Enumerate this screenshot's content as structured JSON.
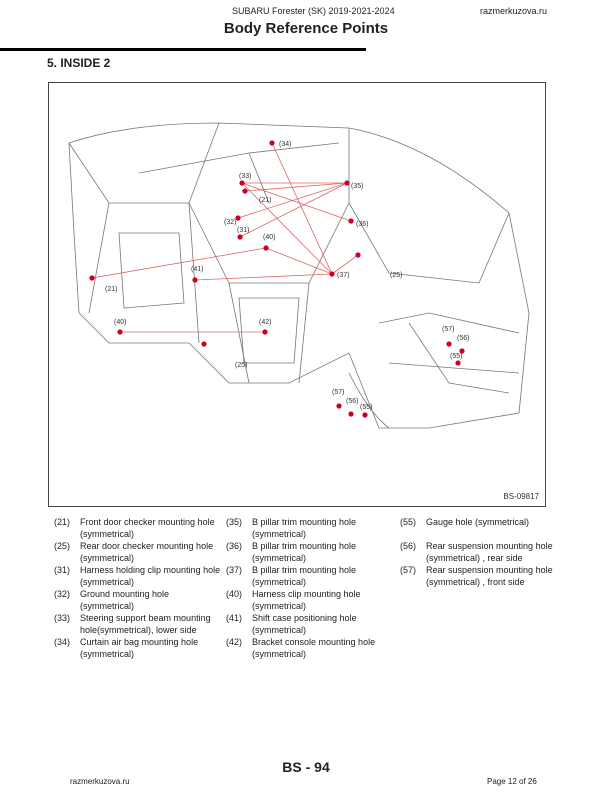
{
  "header": {
    "manual": "SUBARU Forester (SK) 2019-2021-2024",
    "site": "razmerkuzova.ru",
    "title": "Body Reference Points"
  },
  "section": "5.  INSIDE 2",
  "figure": {
    "code": "BS-09817",
    "callouts": [
      "(34)",
      "(33)",
      "(35)",
      "(21)",
      "(32)",
      "(31)",
      "(40)",
      "(36)",
      "(37)",
      "(25)",
      "(41)",
      "(21)",
      "(40)",
      "(42)",
      "(25)",
      "(57)",
      "(56)",
      "(55)",
      "(57)",
      "(56)",
      "(55)"
    ],
    "point_color": "#cc0022"
  },
  "legend": [
    {
      "num": "(21)",
      "text": "Front door checker mounting hole (symmetrical)"
    },
    {
      "num": "(25)",
      "text": "Rear door checker mounting hole (symmetrical)"
    },
    {
      "num": "(31)",
      "text": "Harness holding clip mounting hole (symmetrical)"
    },
    {
      "num": "(32)",
      "text": "Ground mounting hole (symmetrical)"
    },
    {
      "num": "(33)",
      "text": "Steering support beam mounting hole(symmetrical), lower side"
    },
    {
      "num": "(34)",
      "text": "Curtain air bag mounting hole (symmetrical)"
    },
    {
      "num": "(35)",
      "text": "B pillar trim mounting hole (symmetrical)"
    },
    {
      "num": "(36)",
      "text": "B pillar trim mounting hole (symmetrical)"
    },
    {
      "num": "(37)",
      "text": "B pillar trim mounting hole (symmetrical)"
    },
    {
      "num": "(40)",
      "text": "Harness clip mounting hole (symmetrical)"
    },
    {
      "num": "(41)",
      "text": "Shift case positioning hole (symmetrical)"
    },
    {
      "num": "(42)",
      "text": "Bracket console mounting hole (symmetrical)"
    },
    {
      "num": "(55)",
      "text": "Gauge hole (symmetrical)"
    },
    {
      "num": "(56)",
      "text": "Rear suspension mounting hole (symmetrical) , rear side"
    },
    {
      "num": "(57)",
      "text": "Rear suspension mounting hole (symmetrical) , front side"
    }
  ],
  "footer": {
    "page": "BS - 94",
    "site": "razmerkuzova.ru",
    "page_of": "Page 12 of 26"
  }
}
